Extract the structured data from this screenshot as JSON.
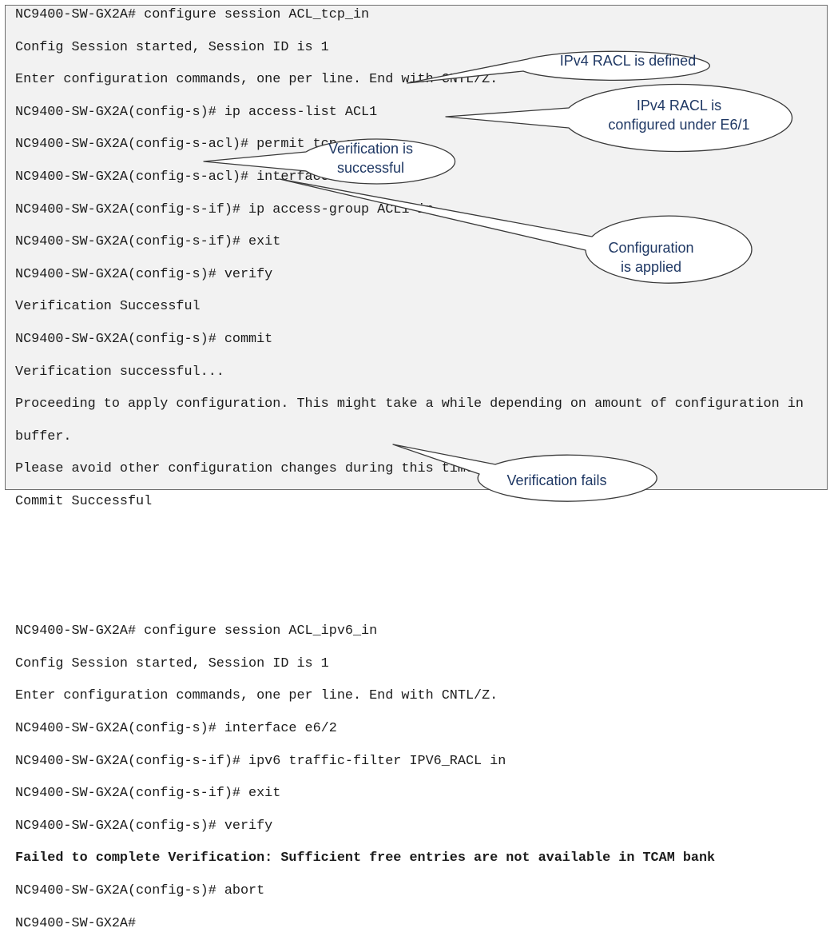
{
  "terminal": {
    "lines": [
      {
        "text": "NC9400-SW-GX2A# configure session ACL_tcp_in",
        "bold": false
      },
      {
        "text": "Config Session started, Session ID is 1",
        "bold": false
      },
      {
        "text": "Enter configuration commands, one per line. End with CNTL/Z.",
        "bold": false
      },
      {
        "text": "NC9400-SW-GX2A(config-s)# ip access-list ACL1",
        "bold": false
      },
      {
        "text": "NC9400-SW-GX2A(config-s-acl)# permit tcp any any",
        "bold": false
      },
      {
        "text": "NC9400-SW-GX2A(config-s-acl)# interface e6/1",
        "bold": false
      },
      {
        "text": "NC9400-SW-GX2A(config-s-if)# ip access-group ACL1 in",
        "bold": false
      },
      {
        "text": "NC9400-SW-GX2A(config-s-if)# exit",
        "bold": false
      },
      {
        "text": "NC9400-SW-GX2A(config-s)# verify",
        "bold": false
      },
      {
        "text": "Verification Successful",
        "bold": false
      },
      {
        "text": "NC9400-SW-GX2A(config-s)# commit",
        "bold": false
      },
      {
        "text": "Verification successful...",
        "bold": false
      },
      {
        "text": "Proceeding to apply configuration. This might take a while depending on amount of configuration in",
        "bold": false
      },
      {
        "text": "buffer.",
        "bold": false
      },
      {
        "text": "Please avoid other configuration changes during this time.",
        "bold": false
      },
      {
        "text": "Commit Successful",
        "bold": false
      },
      {
        "text": "",
        "bold": false
      },
      {
        "text": "",
        "bold": false
      },
      {
        "text": "",
        "bold": false
      },
      {
        "text": "NC9400-SW-GX2A# configure session ACL_ipv6_in",
        "bold": false
      },
      {
        "text": "Config Session started, Session ID is 1",
        "bold": false
      },
      {
        "text": "Enter configuration commands, one per line. End with CNTL/Z.",
        "bold": false
      },
      {
        "text": "NC9400-SW-GX2A(config-s)# interface e6/2",
        "bold": false
      },
      {
        "text": "NC9400-SW-GX2A(config-s-if)# ipv6 traffic-filter IPV6_RACL in",
        "bold": false
      },
      {
        "text": "NC9400-SW-GX2A(config-s-if)# exit",
        "bold": false
      },
      {
        "text": "NC9400-SW-GX2A(config-s)# verify",
        "bold": false
      },
      {
        "text": "Failed to complete Verification: Sufficient free entries are not available in TCAM bank",
        "bold": true
      },
      {
        "text": "NC9400-SW-GX2A(config-s)# abort",
        "bold": false
      },
      {
        "text": "NC9400-SW-GX2A#",
        "bold": false
      }
    ]
  },
  "callouts": {
    "ipv4_defined": "IPv4 RACL is defined",
    "ipv4_configured_line1": "IPv4 RACL is",
    "ipv4_configured_line2": "configured under E6/1",
    "verify_ok_line1": "Verification is",
    "verify_ok_line2": "successful",
    "applied_line1": "Configuration",
    "applied_line2": "is applied",
    "verify_fail": "Verification fails"
  },
  "colors": {
    "callout_text": "#1f3864",
    "callout_border": "#3a3a3a",
    "callout_fill": "#ffffff",
    "panel_bg": "#f2f2f2"
  }
}
